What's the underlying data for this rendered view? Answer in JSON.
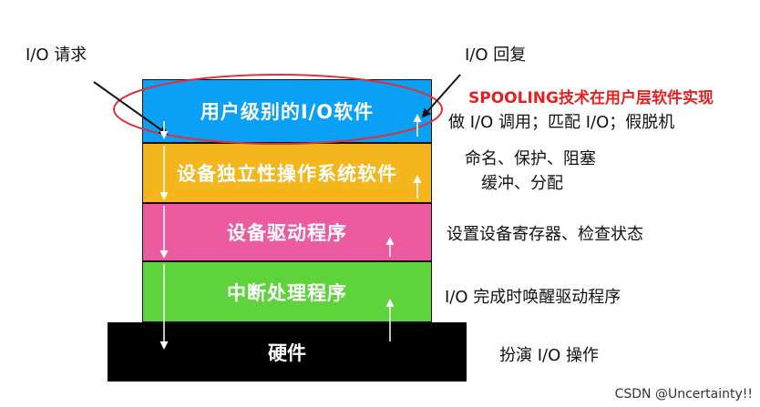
{
  "layers": {
    "user": "用户级别的I/O软件",
    "indep": "设备独立性操作系统软件",
    "driver": "设备驱动程序",
    "intr": "中断处理程序",
    "hw": "硬件"
  },
  "labels": {
    "request": "I/O 请求",
    "reply": "I/O 回复",
    "spooling": "SPOOLING技术在用户层软件实现",
    "user_desc": "做 I/O 调用；匹配 I/O；假脱机",
    "indep_desc_1": "命名、保护、阻塞",
    "indep_desc_2": "缓冲、分配",
    "driver_desc": "设置设备寄存器、检查状态",
    "intr_desc": "I/O 完成时唤醒驱动程序",
    "hw_desc": "扮演 I/O 操作"
  },
  "watermark": "CSDN @Uncertainty!!",
  "colors": {
    "user": "#0aa0f5",
    "indep": "#f5b51c",
    "driver": "#ec5a9f",
    "intr": "#5fd33c",
    "hw": "#000000",
    "ellipse": "#e0303a"
  }
}
